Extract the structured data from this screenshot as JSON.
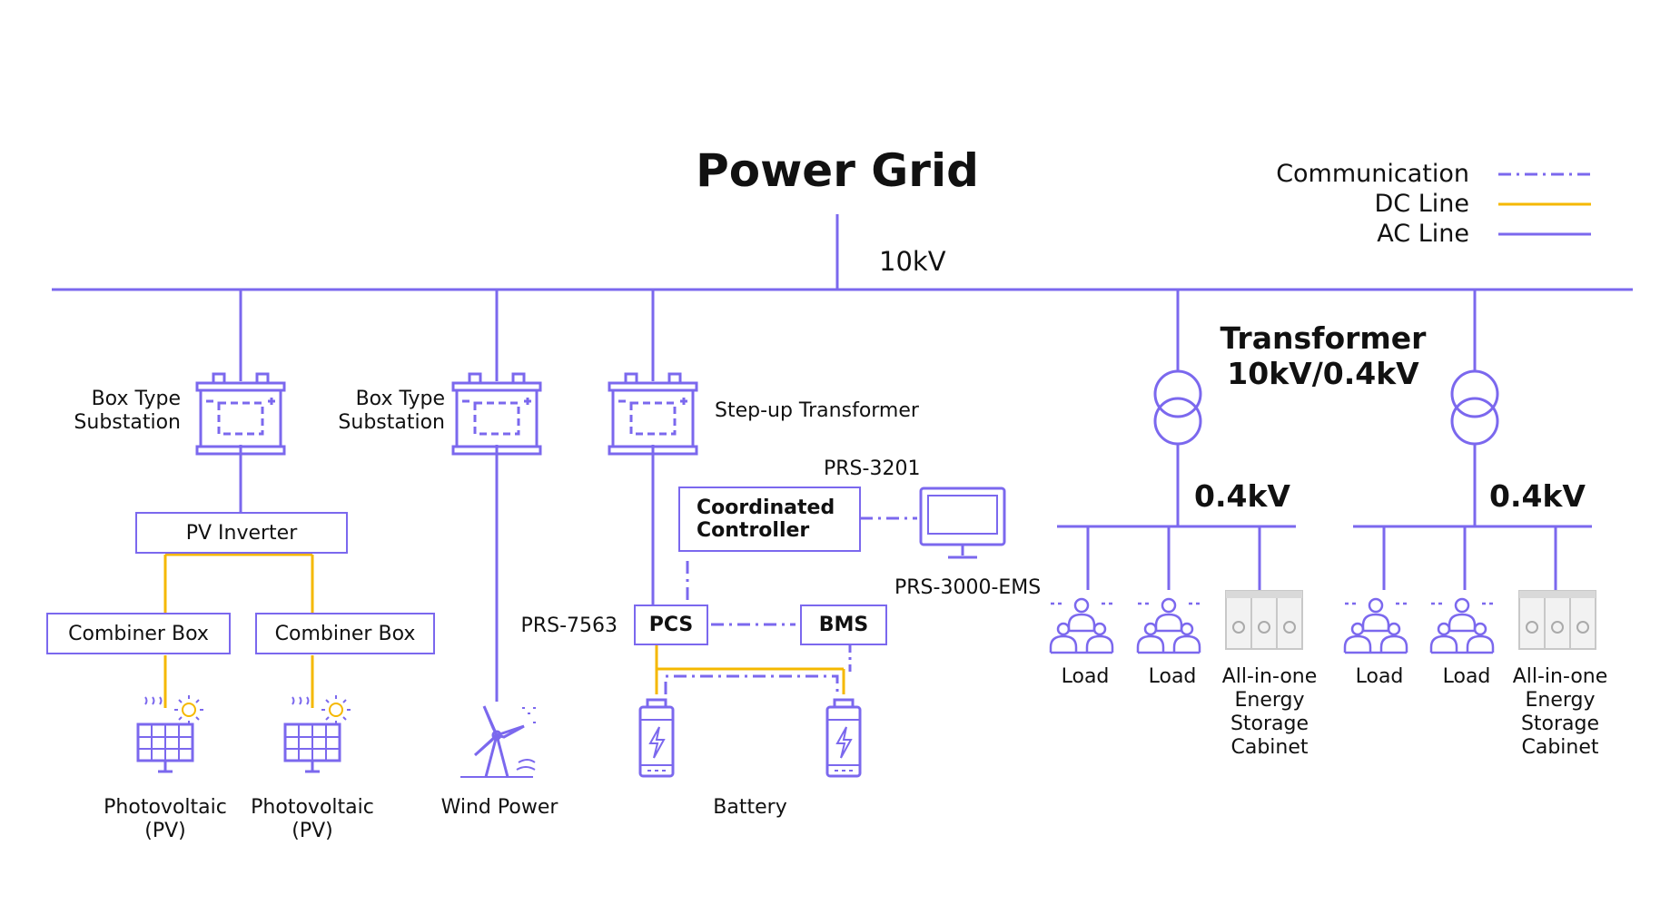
{
  "title": "Power Grid",
  "voltages": {
    "grid": "10kV",
    "low_left": "0.4kV",
    "low_right": "0.4kV"
  },
  "transformer_label": [
    "Transformer",
    "10kV/0.4kV"
  ],
  "legend": {
    "items": [
      {
        "label": "Communication",
        "style": "dash-dot"
      },
      {
        "label": "DC Line",
        "style": "solid",
        "color": "#F5B800"
      },
      {
        "label": "AC Line",
        "style": "solid",
        "color": "#7B68EE"
      }
    ]
  },
  "labels": {
    "box_type_substation_1": [
      "Box Type",
      "Substation"
    ],
    "box_type_substation_2": [
      "Box Type",
      "Substation"
    ],
    "step_up_transformer": "Step-up Transformer",
    "prs_3201": "PRS-3201",
    "prs_3000_ems": "PRS-3000-EMS",
    "prs_7563": "PRS-7563",
    "photovoltaic_1": [
      "Photovoltaic",
      "(PV)"
    ],
    "photovoltaic_2": [
      "Photovoltaic",
      "(PV)"
    ],
    "wind_power": "Wind Power",
    "battery": "Battery",
    "load_1": "Load",
    "load_2": "Load",
    "load_3": "Load",
    "load_4": "Load",
    "cabinet_1": [
      "All-in-one",
      "Energy",
      "Storage",
      "Cabinet"
    ],
    "cabinet_2": [
      "All-in-one",
      "Energy",
      "Storage",
      "Cabinet"
    ]
  },
  "boxes": {
    "pv_inverter": "PV Inverter",
    "combiner_box_1": "Combiner Box",
    "combiner_box_2": "Combiner Box",
    "coordinated_controller": [
      "Coordinated",
      "Controller"
    ],
    "pcs": "PCS",
    "bms": "BMS"
  },
  "colors": {
    "ac": "#7B68EE",
    "dc": "#F5B800",
    "comm": "#7B68EE"
  }
}
